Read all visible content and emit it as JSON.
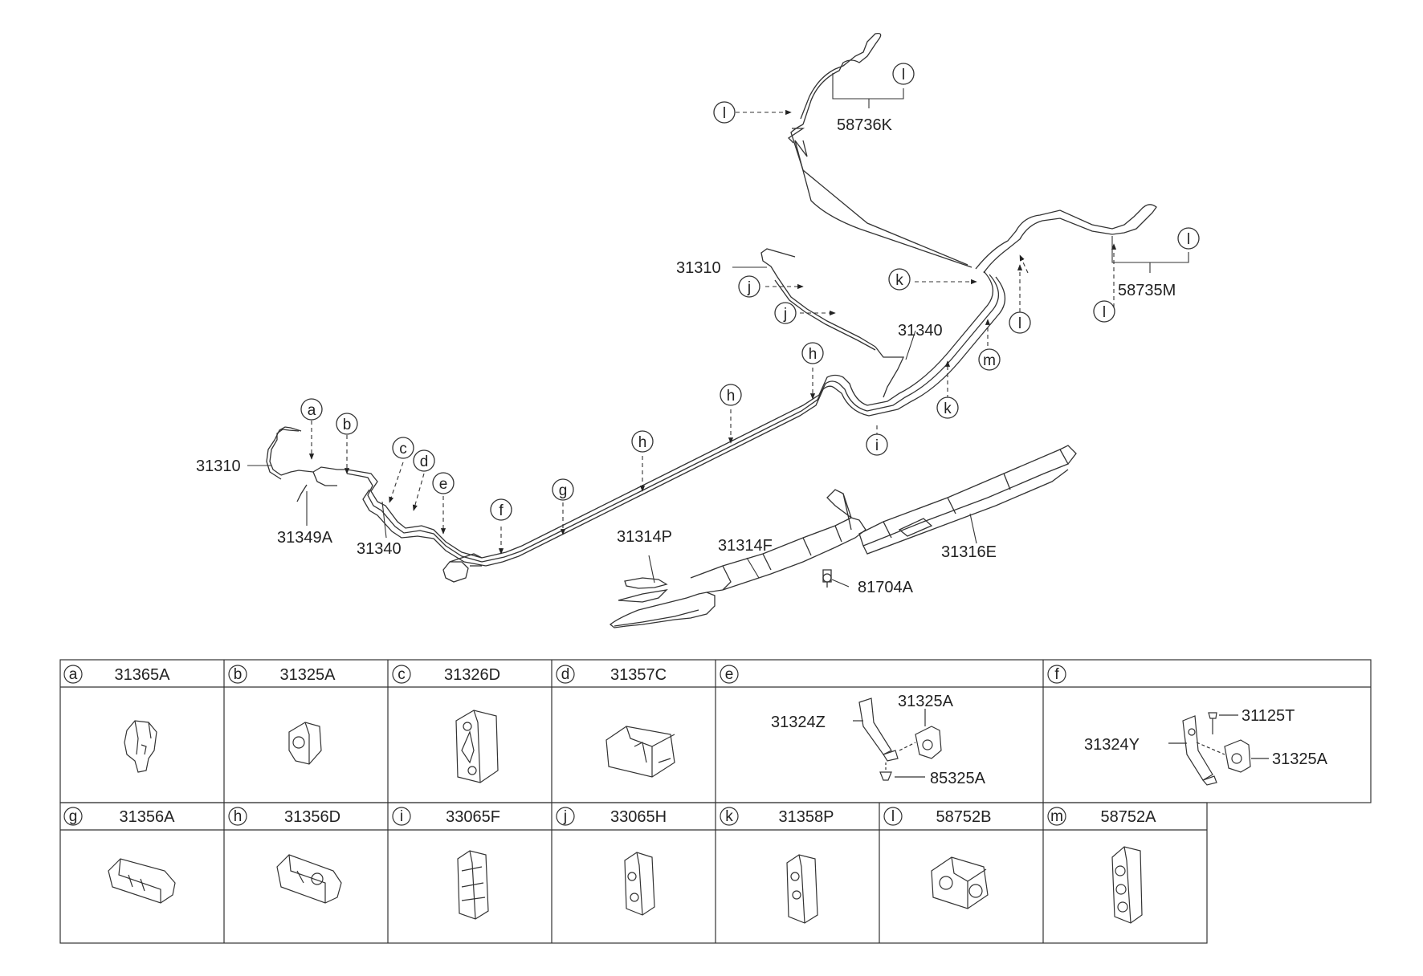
{
  "diagram": {
    "part_labels": [
      {
        "id": "p-58736k",
        "text": "58736K"
      },
      {
        "id": "p-58735m",
        "text": "58735M"
      },
      {
        "id": "p-31310-top",
        "text": "31310"
      },
      {
        "id": "p-31340-top",
        "text": "31340"
      },
      {
        "id": "p-31310-left",
        "text": "31310"
      },
      {
        "id": "p-31349a",
        "text": "31349A"
      },
      {
        "id": "p-31340-left",
        "text": "31340"
      },
      {
        "id": "p-31314p",
        "text": "31314P"
      },
      {
        "id": "p-31314f",
        "text": "31314F"
      },
      {
        "id": "p-31316e",
        "text": "31316E"
      },
      {
        "id": "p-81704a",
        "text": "81704A"
      }
    ],
    "callouts": [
      {
        "id": "c-l-a",
        "letter": "l"
      },
      {
        "id": "c-l-b",
        "letter": "l"
      },
      {
        "id": "c-l-c",
        "letter": "l"
      },
      {
        "id": "c-l-d",
        "letter": "l"
      },
      {
        "id": "c-l-e",
        "letter": "l"
      },
      {
        "id": "c-k-a",
        "letter": "k"
      },
      {
        "id": "c-k-b",
        "letter": "k"
      },
      {
        "id": "c-m",
        "letter": "m"
      },
      {
        "id": "c-j-a",
        "letter": "j"
      },
      {
        "id": "c-j-b",
        "letter": "j"
      },
      {
        "id": "c-h-a",
        "letter": "h"
      },
      {
        "id": "c-h-b",
        "letter": "h"
      },
      {
        "id": "c-h-c",
        "letter": "h"
      },
      {
        "id": "c-i",
        "letter": "i"
      },
      {
        "id": "c-g",
        "letter": "g"
      },
      {
        "id": "c-f",
        "letter": "f"
      },
      {
        "id": "c-e",
        "letter": "e"
      },
      {
        "id": "c-d",
        "letter": "d"
      },
      {
        "id": "c-c",
        "letter": "c"
      },
      {
        "id": "c-b",
        "letter": "b"
      },
      {
        "id": "c-a",
        "letter": "a"
      }
    ]
  },
  "table": {
    "row1": [
      {
        "letter": "a",
        "part": "31365A"
      },
      {
        "letter": "b",
        "part": "31325A"
      },
      {
        "letter": "c",
        "part": "31326D"
      },
      {
        "letter": "d",
        "part": "31357C"
      },
      {
        "letter": "e",
        "part": ""
      },
      {
        "letter": "f",
        "part": ""
      }
    ],
    "row2": [
      {
        "letter": "g",
        "part": "31356A"
      },
      {
        "letter": "h",
        "part": "31356D"
      },
      {
        "letter": "i",
        "part": "33065F"
      },
      {
        "letter": "j",
        "part": "33065H"
      },
      {
        "letter": "k",
        "part": "31358P"
      },
      {
        "letter": "l",
        "part": "58752B"
      },
      {
        "letter": "m",
        "part": "58752A"
      }
    ],
    "e_cell_labels": [
      "31325A",
      "31324Z",
      "85325A"
    ],
    "f_cell_labels": [
      "31125T",
      "31324Y",
      "31325A"
    ]
  }
}
